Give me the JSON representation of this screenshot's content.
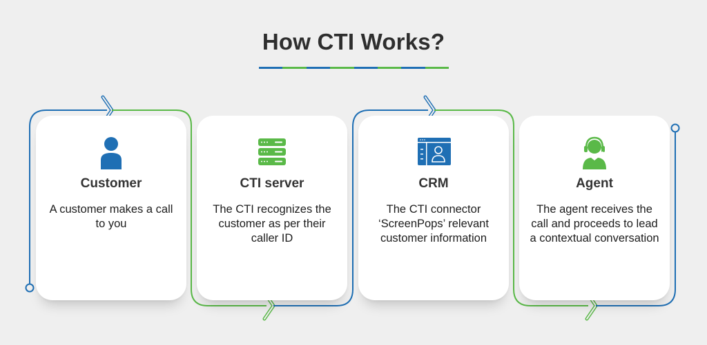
{
  "title": "How CTI Works?",
  "colors": {
    "blue": "#1f6fb4",
    "green": "#5ab948",
    "heading": "#2e2e2e",
    "background": "#efefef"
  },
  "steps": [
    {
      "title": "Customer",
      "description": "A customer makes a call to you",
      "icon": "person-icon",
      "icon_color": "#1f6fb4"
    },
    {
      "title": "CTI server",
      "description": "The CTI recognizes the customer as per their caller ID",
      "icon": "server-icon",
      "icon_color": "#5ab948"
    },
    {
      "title": "CRM",
      "description": "The CTI connector ‘ScreenPops’ relevant customer information",
      "icon": "crm-window-icon",
      "icon_color": "#1f6fb4"
    },
    {
      "title": "Agent",
      "description": "The agent receives the call and proceeds to lead a contextual conversation",
      "icon": "agent-headset-icon",
      "icon_color": "#5ab948"
    }
  ]
}
